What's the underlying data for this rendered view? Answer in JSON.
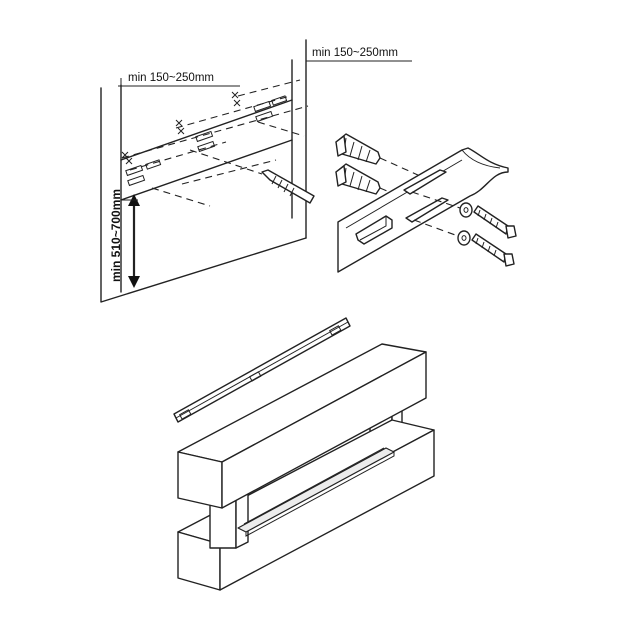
{
  "labels": {
    "dim_right_top": "min 150~250mm",
    "dim_left_top": "min 150~250mm",
    "dim_height": "min 510~700mm"
  },
  "colors": {
    "stroke": "#222222",
    "background": "#ffffff"
  }
}
